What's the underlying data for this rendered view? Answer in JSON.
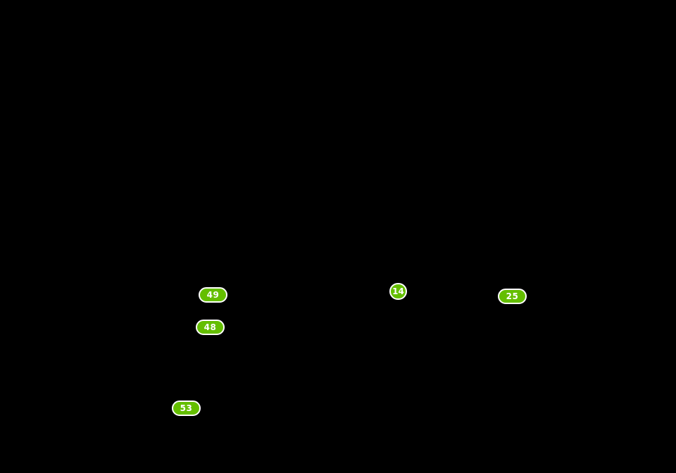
{
  "map": {
    "background_color": "#000000",
    "marker_color": "#64be00",
    "marker_border_color": "#ffffff",
    "markers": [
      {
        "label": "49"
      },
      {
        "label": "48"
      },
      {
        "label": "53"
      },
      {
        "label": "14"
      },
      {
        "label": "25"
      }
    ]
  }
}
